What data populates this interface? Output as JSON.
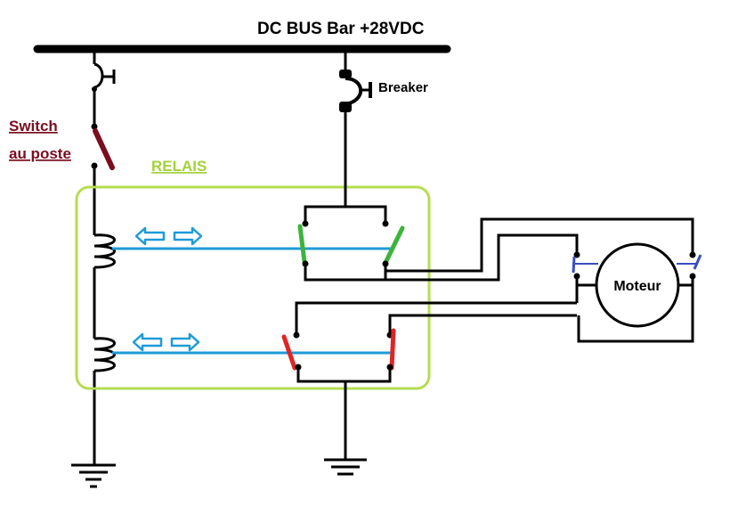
{
  "diagram": {
    "bus_label": "DC BUS Bar +28VDC",
    "breaker_label": "Breaker",
    "switch_label": [
      "Switch",
      "au poste"
    ],
    "relay_label": "RELAIS",
    "motor_label": "Moteur"
  },
  "colors": {
    "wire": "#000000",
    "switch": "#7b0d1e",
    "relay_box": "#b5dd52",
    "relay_text": "#a3d13a",
    "armature": "#1e9bd8",
    "contact_upper": "#3cb43c",
    "contact_lower": "#e02424",
    "motor_contact": "#3a4dbf"
  }
}
